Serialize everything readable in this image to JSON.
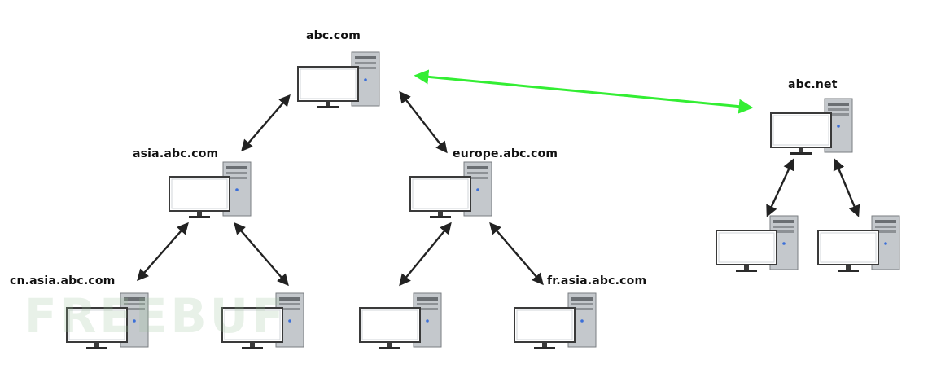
{
  "colors": {
    "tree_arrow": "#222222",
    "trust_arrow": "#33ee33",
    "tower": "#b8bcc0",
    "monitor_frame": "#3a3a3a",
    "watermark": "#96be96"
  },
  "icons": [
    "computer-icon"
  ],
  "labels": {
    "root": "abc.com",
    "asia": "asia.abc.com",
    "europe": "europe.abc.com",
    "cn": "cn.asia.abc.com",
    "fr": "fr.asia.abc.com",
    "net": "abc.net"
  },
  "watermark": "FREEBUF"
}
